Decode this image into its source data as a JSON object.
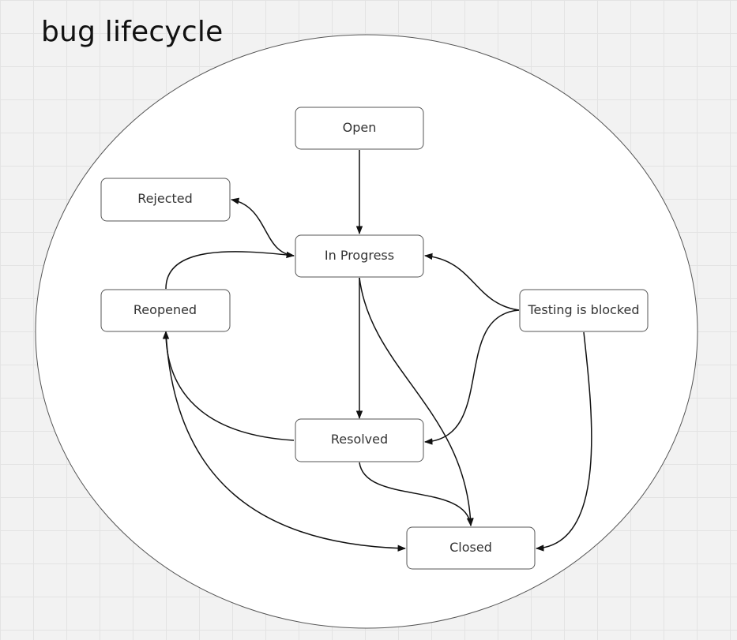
{
  "board": {
    "title": "bug lifecycle"
  },
  "nodes": [
    {
      "id": "open",
      "label": "Open"
    },
    {
      "id": "rejected",
      "label": "Rejected"
    },
    {
      "id": "in-progress",
      "label": "In Progress"
    },
    {
      "id": "reopened",
      "label": "Reopened"
    },
    {
      "id": "testing-blocked",
      "label": "Testing is blocked"
    },
    {
      "id": "resolved",
      "label": "Resolved"
    },
    {
      "id": "closed",
      "label": "Closed"
    }
  ],
  "edges": [
    {
      "from": "open",
      "to": "in-progress"
    },
    {
      "from": "in-progress",
      "to": "rejected"
    },
    {
      "from": "reopened",
      "to": "in-progress"
    },
    {
      "from": "testing-blocked",
      "to": "in-progress"
    },
    {
      "from": "testing-blocked",
      "to": "resolved"
    },
    {
      "from": "in-progress",
      "to": "resolved"
    },
    {
      "from": "in-progress",
      "to": "closed"
    },
    {
      "from": "resolved",
      "to": "reopened"
    },
    {
      "from": "resolved",
      "to": "closed"
    },
    {
      "from": "reopened",
      "to": "closed"
    },
    {
      "from": "testing-blocked",
      "to": "closed"
    }
  ]
}
